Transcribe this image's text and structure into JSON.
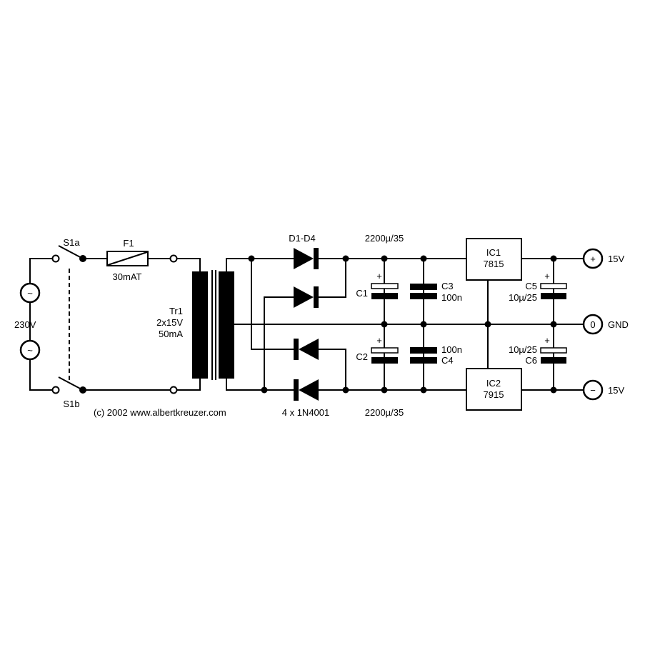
{
  "source": {
    "voltage": "230V",
    "symbol": "~"
  },
  "switch": {
    "a": "S1a",
    "b": "S1b"
  },
  "fuse": {
    "name": "F1",
    "rating": "30mAT"
  },
  "transformer": {
    "name": "Tr1",
    "spec": "2x15V",
    "current": "50mA"
  },
  "diodes": {
    "name": "D1-D4",
    "part": "4 x 1N4001"
  },
  "caps": {
    "c1": {
      "name": "C1",
      "value": "2200µ/35",
      "plus": "+"
    },
    "c2": {
      "name": "C2",
      "value": "2200µ/35",
      "plus": "+"
    },
    "c3": {
      "name": "C3",
      "value": "100n"
    },
    "c4": {
      "name": "C4",
      "value": "100n"
    },
    "c5": {
      "name": "C5",
      "value": "10µ/25",
      "plus": "+"
    },
    "c6": {
      "name": "C6",
      "value": "10µ/25",
      "plus": "+"
    }
  },
  "ic1": {
    "name": "IC1",
    "part": "7815"
  },
  "ic2": {
    "name": "IC2",
    "part": "7915"
  },
  "outputs": [
    {
      "symbol": "+",
      "label": "15V"
    },
    {
      "symbol": "0",
      "label": "GND"
    },
    {
      "symbol": "−",
      "label": "15V"
    }
  ],
  "copyright": "(c) 2002 www.albertkreuzer.com"
}
